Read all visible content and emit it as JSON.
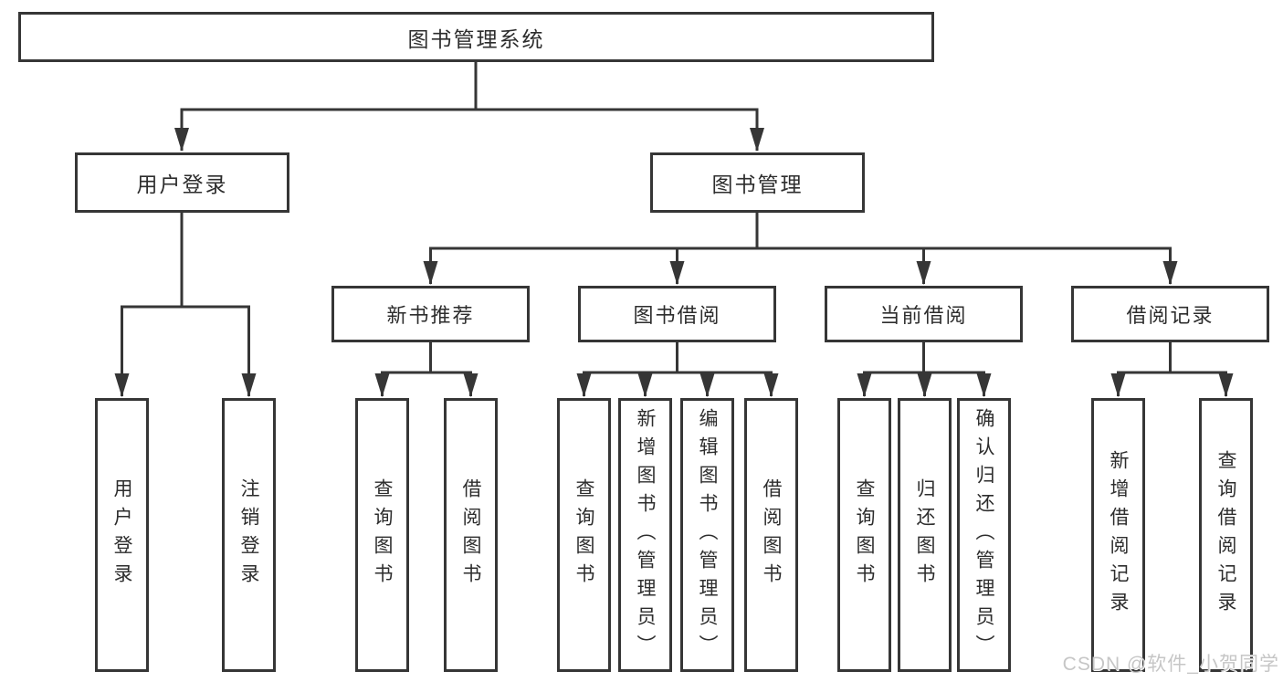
{
  "diagram_type": "hierarchy-tree",
  "colors": {
    "line": "#363636",
    "border": "#363636",
    "text": "#2d2d2d",
    "background": "#ffffff",
    "watermark": "#c6c6c6"
  },
  "tree": {
    "root": {
      "label": "图书管理系统"
    },
    "children": [
      {
        "label": "用户登录",
        "children": [
          {
            "label": "用户登录"
          },
          {
            "label": "注销登录"
          }
        ]
      },
      {
        "label": "图书管理",
        "children": [
          {
            "label": "新书推荐",
            "children": [
              {
                "label": "查询图书"
              },
              {
                "label": "借阅图书"
              }
            ]
          },
          {
            "label": "图书借阅",
            "children": [
              {
                "label": "查询图书"
              },
              {
                "label": "新增图书（管理员）"
              },
              {
                "label": "编辑图书（管理员）"
              },
              {
                "label": "借阅图书"
              }
            ]
          },
          {
            "label": "当前借阅",
            "children": [
              {
                "label": "查询图书"
              },
              {
                "label": "归还图书"
              },
              {
                "label": "确认归还（管理员）"
              }
            ]
          },
          {
            "label": "借阅记录",
            "children": [
              {
                "label": "新增借阅记录"
              },
              {
                "label": "查询借阅记录"
              }
            ]
          }
        ]
      }
    ]
  },
  "watermark": {
    "text": "CSDN @软件_小贺同学"
  }
}
